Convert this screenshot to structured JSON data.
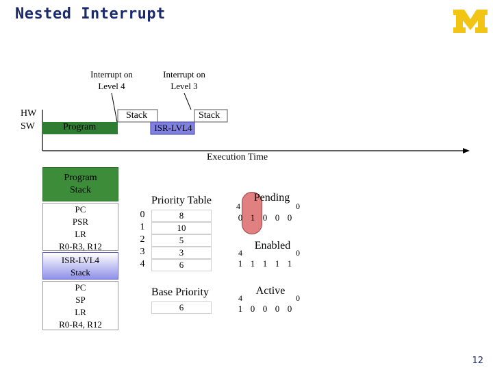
{
  "title": "Nested Interrupt",
  "callouts": {
    "level4": "Interrupt on\nLevel 4",
    "level3": "Interrupt on\nLevel 3"
  },
  "timeline": {
    "hw_label": "HW",
    "sw_label": "SW",
    "program_label": "Program",
    "stack_label_1": "Stack",
    "stack_label_2": "Stack",
    "isr_label": "ISR-LVL4",
    "axis_label": "Execution Time"
  },
  "stack": {
    "header": "Program\nStack",
    "group1": [
      "PC",
      "PSR",
      "LR",
      "R0-R3, R12"
    ],
    "isr_frame": "ISR-LVL4\nStack",
    "group2": [
      "PC",
      "SP",
      "LR",
      "R0-R4, R12"
    ]
  },
  "priority_table": {
    "title": "Priority Table",
    "indices": [
      "0",
      "1",
      "2",
      "3",
      "4"
    ],
    "values": [
      "8",
      "10",
      "5",
      "3",
      "6"
    ]
  },
  "base_priority": {
    "title": "Base Priority",
    "value": "6"
  },
  "pending": {
    "title": "Pending",
    "hi": "4",
    "lo": "0",
    "bits": [
      "0",
      "1",
      "0",
      "0",
      "0"
    ]
  },
  "enabled": {
    "title": "Enabled",
    "hi": "4",
    "lo": "0",
    "bits": [
      "1",
      "1",
      "1",
      "1",
      "1"
    ]
  },
  "active": {
    "title": "Active",
    "hi": "4",
    "lo": "0",
    "bits": [
      "1",
      "0",
      "0",
      "0",
      "0"
    ]
  },
  "page_number": "12",
  "colors": {
    "program_green": "#2e7d32",
    "stack_green": "#3c8c3a",
    "isr_blue": "#8080e0",
    "highlight_red": "#e08080",
    "title_navy": "#1a2a6c",
    "logo_gold": "#f2c413"
  }
}
